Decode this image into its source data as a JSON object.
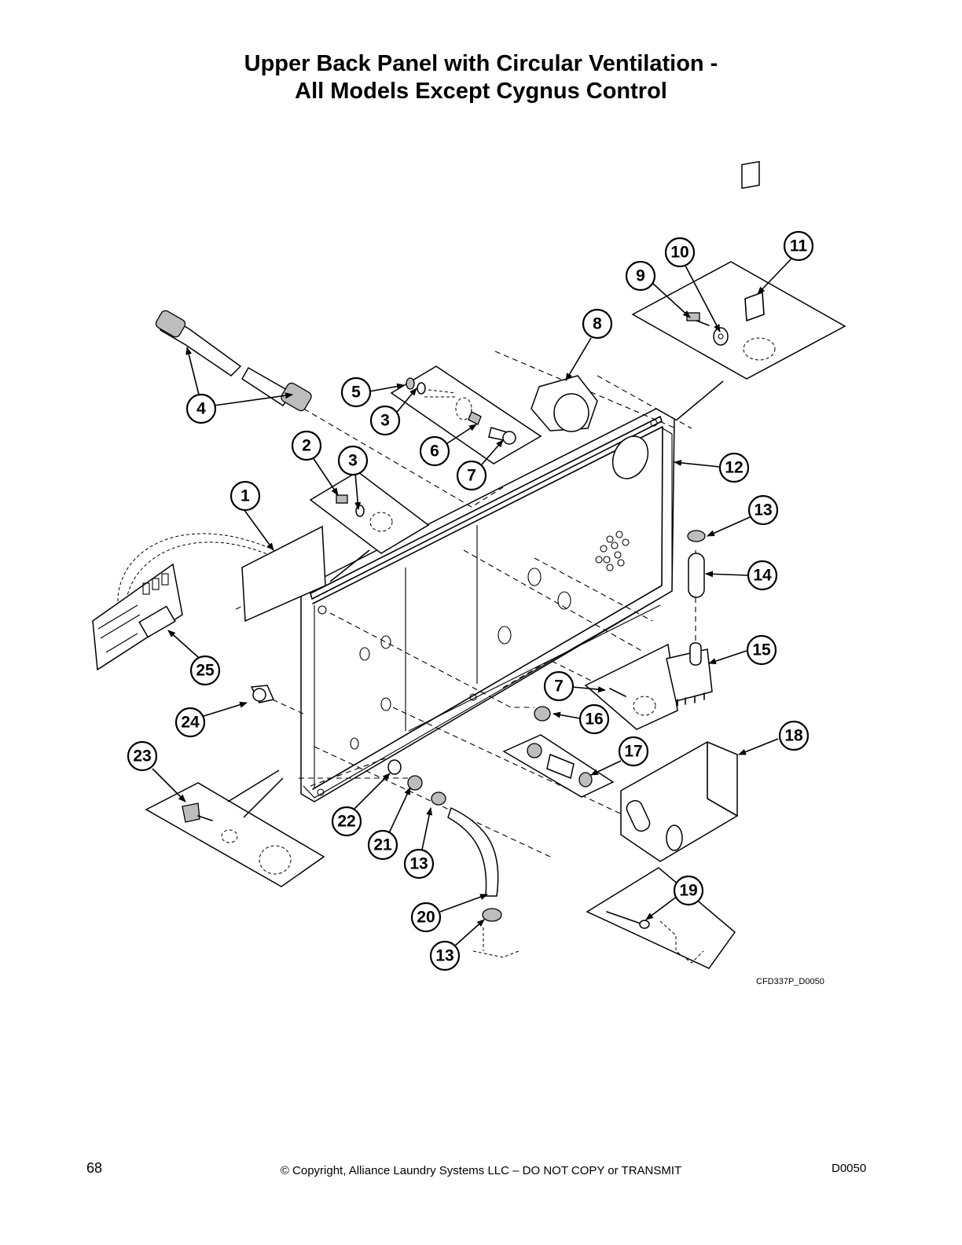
{
  "title": {
    "line1": "Upper Back Panel with Circular Ventilation -",
    "line2": "All Models Except Cygnus Control"
  },
  "diagram": {
    "drawing_code": "CFD337P_D0050",
    "callouts": [
      "1",
      "2",
      "3",
      "3",
      "4",
      "5",
      "6",
      "7",
      "7",
      "8",
      "9",
      "10",
      "11",
      "12",
      "13",
      "13",
      "13",
      "14",
      "15",
      "16",
      "17",
      "18",
      "19",
      "20",
      "21",
      "22",
      "23",
      "24",
      "25"
    ]
  },
  "footer": {
    "page_number": "68",
    "copyright": "© Copyright, Alliance Laundry Systems LLC – DO NOT COPY or TRANSMIT",
    "doc_code": "D0050"
  }
}
